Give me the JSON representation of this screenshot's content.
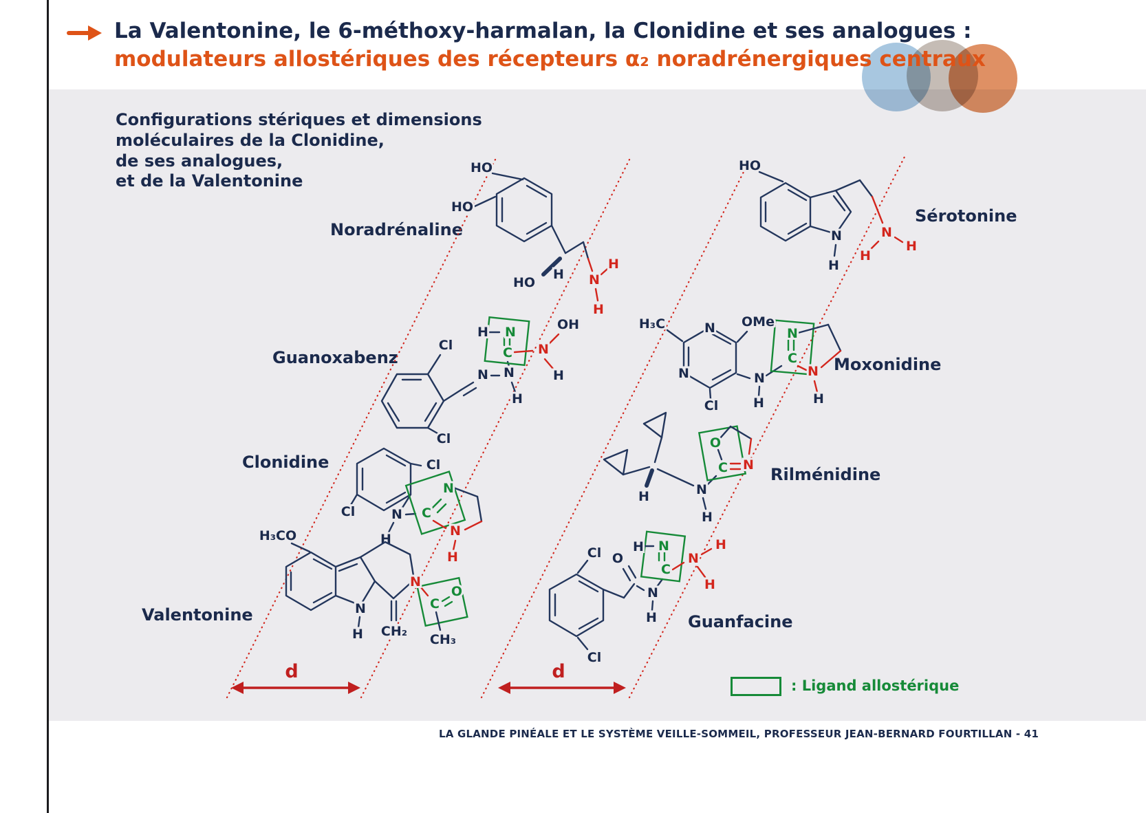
{
  "header": {
    "title_line1": "La Valentonine, le 6-méthoxy-harmalan, la Clonidine et ses analogues :",
    "title_line2": "modulateurs allostériques des récepteurs α₂ noradrénergiques centraux"
  },
  "caption": {
    "line1": "Configurations stériques et dimensions",
    "line2": "moléculaires de la Clonidine,",
    "line3": "de ses analogues,",
    "line4": "et de la Valentonine"
  },
  "molecules": {
    "noradrenaline": {
      "name": "Noradrénaline",
      "atoms": {
        "ho_top": "HO",
        "ho_left": "HO",
        "ho_chain": "HO",
        "h_chain": "H",
        "n": "N",
        "h1": "H",
        "h2": "H"
      }
    },
    "serotonine": {
      "name": "Sérotonine",
      "atoms": {
        "ho": "HO",
        "n_ring": "N",
        "h_ring": "H",
        "n": "N",
        "h1": "H",
        "h2": "H"
      }
    },
    "guanoxabenz": {
      "name": "Guanoxabenz",
      "atoms": {
        "cl_top": "Cl",
        "cl_bottom": "Cl",
        "n1": "N",
        "n2": "N",
        "h_n2": "H",
        "h_box": "H",
        "n_box": "N",
        "c_box": "C",
        "n_red": "N",
        "oh": "OH",
        "h_red": "H"
      }
    },
    "moxonidine": {
      "name": "Moxonidine",
      "atoms": {
        "h3c": "H₃C",
        "n_ring1": "N",
        "ome": "OMe",
        "n_ring2": "N",
        "cl": "Cl",
        "n_h": "N",
        "h_n": "H",
        "n_box": "N",
        "c_box": "C",
        "n_red": "N",
        "h_red": "H"
      }
    },
    "clonidine": {
      "name": "Clonidine",
      "atoms": {
        "cl1": "Cl",
        "cl2": "Cl",
        "n": "N",
        "h": "H",
        "c_box": "C",
        "n_box": "N",
        "n_red": "N",
        "h_red": "H"
      }
    },
    "rilmenidine": {
      "name": "Rilménidine",
      "atoms": {
        "h_wedge": "H",
        "n": "N",
        "h_n": "H",
        "o_box": "O",
        "c_box": "C",
        "n_red": "N"
      }
    },
    "valentonine": {
      "name": "Valentonine",
      "atoms": {
        "h3co": "H₃CO",
        "n_ring": "N",
        "h_ring": "H",
        "n_red": "N",
        "c_box": "C",
        "o_box": "O",
        "ch2": "CH₂",
        "ch3": "CH₃"
      }
    },
    "guanfacine": {
      "name": "Guanfacine",
      "atoms": {
        "cl1": "Cl",
        "cl2": "Cl",
        "o": "O",
        "n_amide": "N",
        "h_amide": "H",
        "h_box": "H",
        "n_box": "N",
        "c_box": "C",
        "n_red": "N",
        "h_red1": "H",
        "h_red2": "H"
      }
    }
  },
  "figure": {
    "distance_label": "d",
    "legend_label": ": Ligand allostérique"
  },
  "footer": {
    "text": "LA GLANDE PINÉALE ET LE SYSTÈME VEILLE-SOMMEIL, PROFESSEUR JEAN-BERNARD FOURTILLAN - ",
    "page": "41"
  },
  "colors": {
    "navy": "#1B2A4C",
    "orange": "#DE5317",
    "red": "#D3261D",
    "green": "#168A38",
    "background": "#ECEBEE"
  }
}
